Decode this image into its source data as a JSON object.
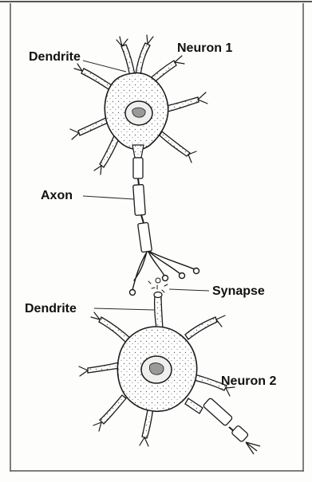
{
  "labels": {
    "dendrite_top": "Dendrite",
    "neuron1": "Neuron 1",
    "axon": "Axon",
    "synapse": "Synapse",
    "dendrite_bottom": "Dendrite",
    "neuron2": "Neuron 2"
  },
  "colors": {
    "outline": "#1a1a1a",
    "label_text": "#111111",
    "page_background": "#fdfdfc",
    "frame_line": "#555555"
  }
}
